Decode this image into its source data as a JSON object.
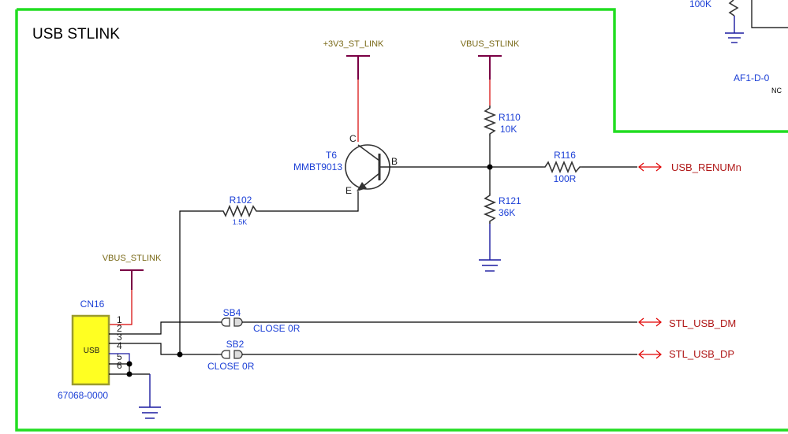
{
  "title": "USB STLINK",
  "colors": {
    "border": "#22dd22",
    "wire": "#000000",
    "power_wire": "#d60000",
    "ground": "#1a1aa0",
    "net_label": "#7a6a18",
    "component_label": "#1b3fd6",
    "port_label": "#b01818",
    "connector_fill": "#ffff22"
  },
  "power_nets": {
    "v3v3": "+3V3_ST_LINK",
    "vbus_top": "VBUS_STLINK",
    "vbus_left": "VBUS_STLINK"
  },
  "transistor": {
    "ref": "T6",
    "part": "MMBT9013",
    "pin_c": "C",
    "pin_b": "B",
    "pin_e": "E"
  },
  "resistors": {
    "r110": {
      "ref": "R110",
      "value": "10K"
    },
    "r121": {
      "ref": "R121",
      "value": "36K"
    },
    "r116": {
      "ref": "R116",
      "value": "100R"
    },
    "r102": {
      "ref": "R102",
      "value": "1.5K"
    }
  },
  "solder_bridges": {
    "sb4": {
      "ref": "SB4",
      "value": "CLOSE 0R"
    },
    "sb2": {
      "ref": "SB2",
      "value": "CLOSE 0R"
    }
  },
  "connector": {
    "ref": "CN16",
    "body_label": "USB",
    "part": "67068-0000",
    "pins": [
      "1",
      "2",
      "3",
      "4",
      "5",
      "6"
    ]
  },
  "ports": {
    "renum": "USB_RENUMn",
    "dm": "STL_USB_DM",
    "dp": "STL_USB_DP"
  },
  "adjacent_sheet": {
    "resistor_value": "100K",
    "part_ref": "AF1-D-0",
    "part_note": "NC"
  }
}
